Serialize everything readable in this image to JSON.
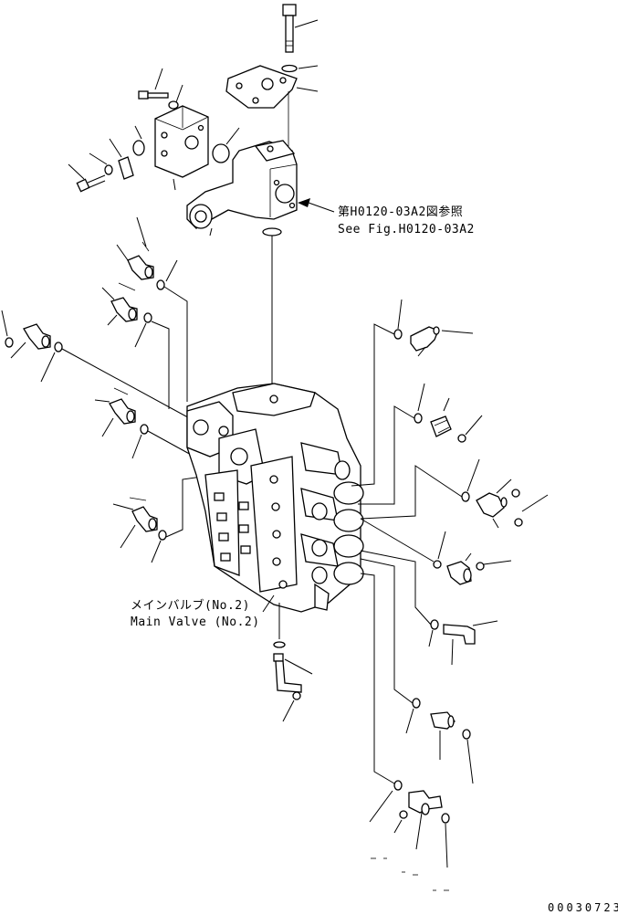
{
  "references": {
    "ref_jp": "第H0120-03A2図参照",
    "ref_en": "See Fig.H0120-03A2"
  },
  "main_valve": {
    "label_jp": "メインバルブ(No.2)",
    "label_en": "Main Valve (No.2)"
  },
  "drawing_code": "00030723"
}
